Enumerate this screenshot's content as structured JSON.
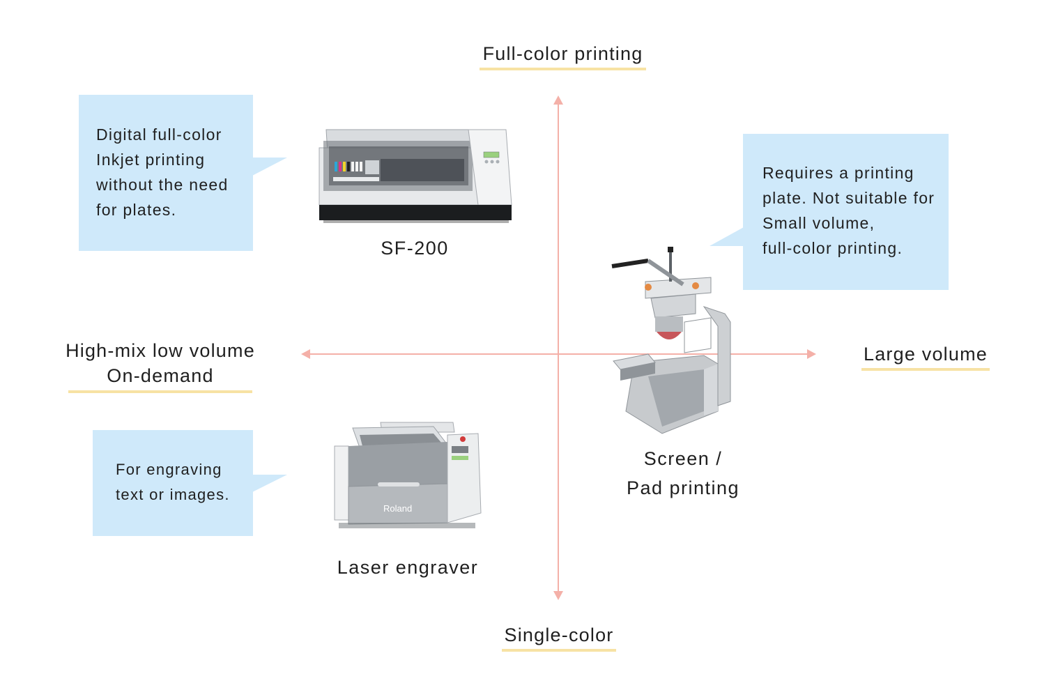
{
  "axes": {
    "top": "Full-color printing",
    "bottom": "Single-color",
    "left_line1": "High-mix low volume",
    "left_line2": "On-demand",
    "right": "Large volume",
    "axis_color": "#f4b0a8",
    "underline_color": "#f7e2a4"
  },
  "bubbles": {
    "inkjet": {
      "lines": [
        "Digital full-color",
        "Inkjet printing",
        "without the need",
        "for plates."
      ]
    },
    "screen": {
      "lines": [
        "Requires a printing",
        "plate. Not suitable for",
        "Small volume,",
        "full-color printing."
      ]
    },
    "laser": {
      "lines": [
        "For engraving",
        "text or images."
      ]
    },
    "bubble_color": "#cfe9fa"
  },
  "machines": {
    "sf200": {
      "caption": "SF-200"
    },
    "pad": {
      "caption_line1": "Screen /",
      "caption_line2": "Pad printing"
    },
    "laser": {
      "caption": "Laser engraver",
      "brand": "Roland"
    }
  }
}
